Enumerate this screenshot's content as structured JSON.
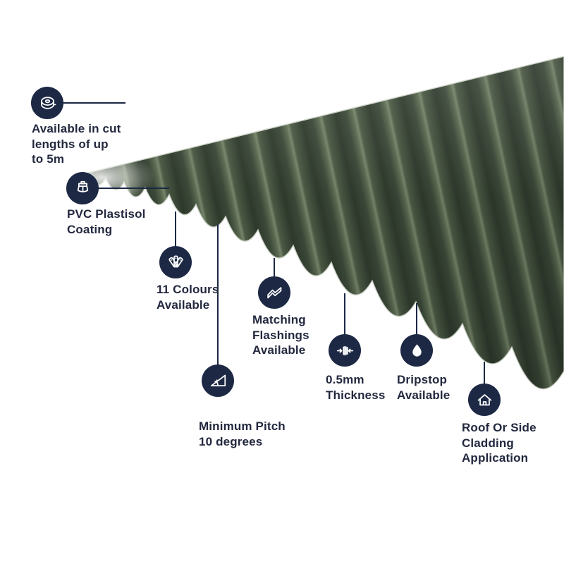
{
  "colors": {
    "background": "#ffffff",
    "icon_navy": "#1c2844",
    "leader": "#1c2844",
    "label_text": "#23283f",
    "sheet_green": "#3b4837",
    "sheet_highlight": "#75846a",
    "sheet_edge": "#cdd3c8"
  },
  "product": {
    "subject": "Corrugated roofing sheet (juniper green)"
  },
  "features": [
    {
      "icon": "tape-measure",
      "label": "Available in cut\nlengths of up\nto 5m"
    },
    {
      "icon": "paint-brush",
      "label": "PVC Plastisol\nCoating"
    },
    {
      "icon": "colour-swatches",
      "label": "11 Colours\nAvailable"
    },
    {
      "icon": "flashings",
      "label": "Matching\nFlashings\nAvailable"
    },
    {
      "icon": "minimum-pitch",
      "label": "Minimum Pitch\n10 degrees"
    },
    {
      "icon": "thickness",
      "label": "0.5mm\nThickness"
    },
    {
      "icon": "dripstop",
      "label": "Dripstop\nAvailable"
    },
    {
      "icon": "roof-cladding",
      "label": "Roof Or Side\nCladding\nApplication"
    }
  ]
}
